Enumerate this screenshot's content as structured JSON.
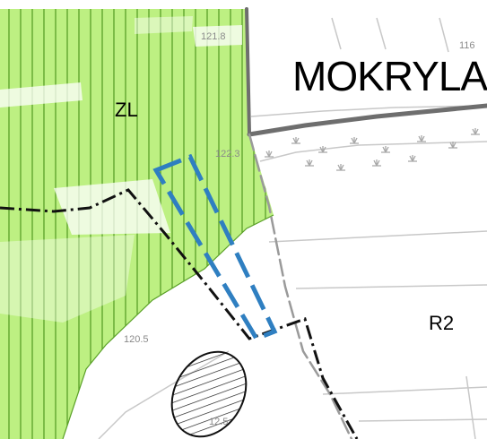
{
  "map": {
    "place_name": "MOKRYLA",
    "zone_labels": {
      "forest": "ZL",
      "r2": "R2"
    },
    "elevations": [
      "121.8",
      "122.3",
      "120.5",
      "116",
      "12.5"
    ],
    "colors": {
      "forest_fill": "#bdf082",
      "forest_hatch": "#5aa028",
      "boundary": "#111111",
      "corridor": "#2f7fc1",
      "road": "#9a9a9a",
      "road_dark": "#6e6e6e",
      "base_lines": "#c8c8c8",
      "wetland": "#a8a8a8"
    }
  }
}
